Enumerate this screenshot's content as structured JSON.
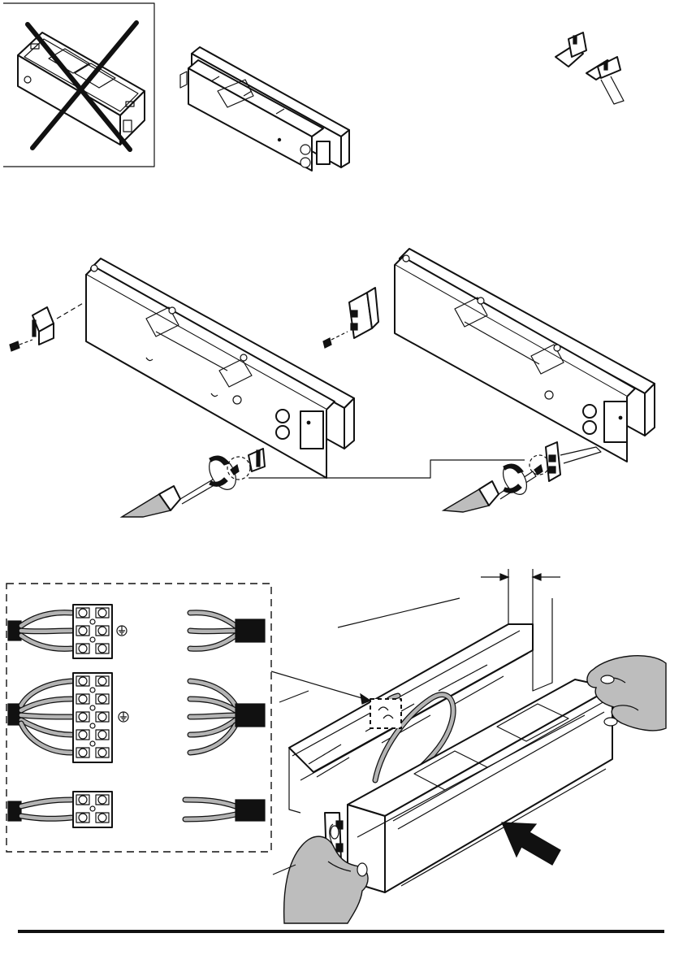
{
  "page": {
    "background": "#ffffff",
    "ink": "#111111",
    "hand_fill": "#bdbdbd"
  },
  "steps": [
    {
      "id": "wrong-box",
      "icon": "crossed-out-flush-box-icon"
    },
    {
      "id": "panel-and-hinges",
      "icon": "panel-with-hinge-clips-icon"
    },
    {
      "id": "screw-hinge-left",
      "icon": "screwdriver-icon"
    },
    {
      "id": "screw-hinge-right",
      "icon": "screwdriver-icon"
    },
    {
      "id": "wiring-and-insert",
      "icon": "wiring-terminal-icon"
    }
  ],
  "terminal_blocks": [
    {
      "rows": 3,
      "has_ground": true,
      "wires_per_side": 3
    },
    {
      "rows": 5,
      "has_ground": true,
      "wires_per_side": 5
    },
    {
      "rows": 2,
      "has_ground": false,
      "wires_per_side": 2
    }
  ],
  "icons": [
    "ground-symbol-icon",
    "rotate-arrow-icon",
    "push-arrow-icon",
    "hand-icon"
  ]
}
